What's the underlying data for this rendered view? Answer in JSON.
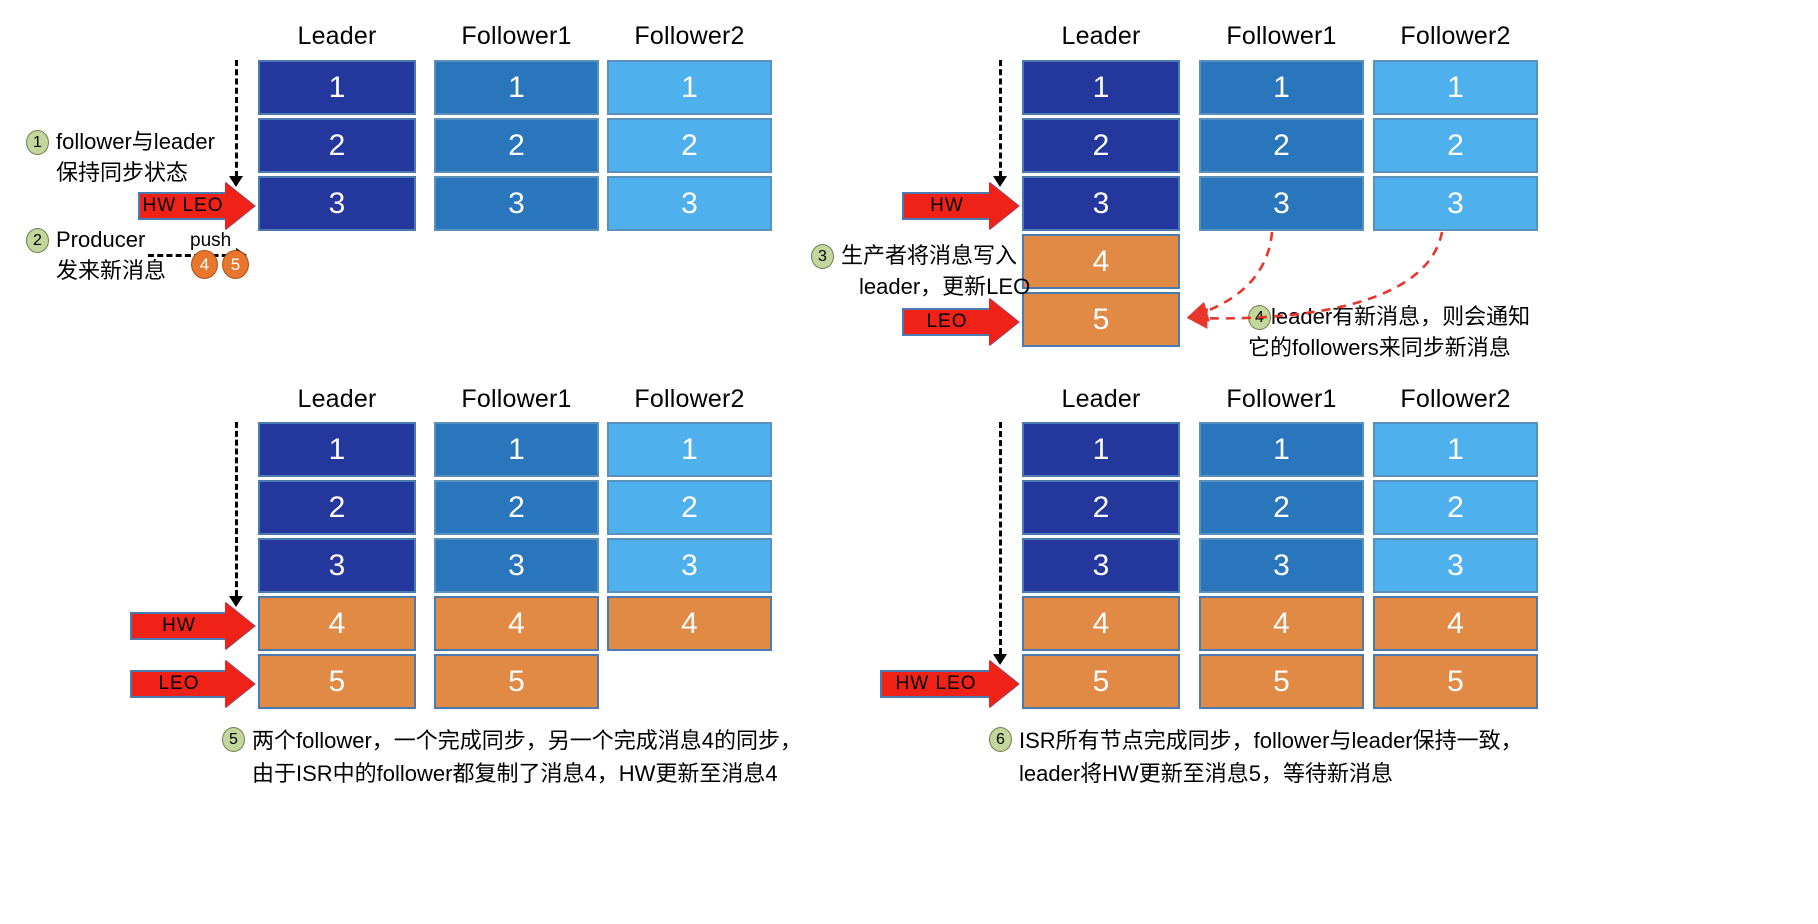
{
  "diagram": {
    "title": "Kafka HW / LEO replication sequence",
    "column_headers": [
      "Leader",
      "Follower1",
      "Follower2"
    ],
    "colors": {
      "leader": "#24379c",
      "follower1": "#2a76bd",
      "follower2": "#4eb0ec",
      "new_message": "#e08a46",
      "arrow_red": "#f02116",
      "step_circle": "#c3d69b",
      "message_circle": "#e8762c",
      "notify_arrow": "#e8362c"
    },
    "labels": {
      "hw": "HW",
      "leo": "LEO",
      "hw_leo": "HW  LEO",
      "push": "push"
    }
  },
  "panels": [
    {
      "id": "panel-1",
      "headers": [
        "Leader",
        "Follower1",
        "Follower2"
      ],
      "columns": [
        {
          "name": "Leader",
          "messages": [
            "1",
            "2",
            "3"
          ]
        },
        {
          "name": "Follower1",
          "messages": [
            "1",
            "2",
            "3"
          ]
        },
        {
          "name": "Follower2",
          "messages": [
            "1",
            "2",
            "3"
          ]
        }
      ],
      "markers": [
        {
          "label": "HW  LEO",
          "at_message": "3"
        }
      ],
      "annotations": [
        {
          "num": "1",
          "lines": [
            "follower与leader",
            "保持同步状态"
          ]
        },
        {
          "num": "2",
          "lines": [
            "Producer",
            "发来新消息"
          ]
        }
      ],
      "push_label": "push",
      "pending_messages": [
        "4",
        "5"
      ]
    },
    {
      "id": "panel-2",
      "headers": [
        "Leader",
        "Follower1",
        "Follower2"
      ],
      "columns": [
        {
          "name": "Leader",
          "messages": [
            "1",
            "2",
            "3",
            "4",
            "5"
          ]
        },
        {
          "name": "Follower1",
          "messages": [
            "1",
            "2",
            "3"
          ]
        },
        {
          "name": "Follower2",
          "messages": [
            "1",
            "2",
            "3"
          ]
        }
      ],
      "markers": [
        {
          "label": "HW",
          "at_message": "3"
        },
        {
          "label": "LEO",
          "at_message": "5"
        }
      ],
      "annotations": [
        {
          "num": "3",
          "lines": [
            "生产者将消息写入",
            "leader，更新LEO"
          ]
        },
        {
          "num": "4",
          "lines": [
            "leader有新消息，则会通知",
            "它的followers来同步新消息"
          ]
        }
      ]
    },
    {
      "id": "panel-3",
      "headers": [
        "Leader",
        "Follower1",
        "Follower2"
      ],
      "columns": [
        {
          "name": "Leader",
          "messages": [
            "1",
            "2",
            "3",
            "4",
            "5"
          ]
        },
        {
          "name": "Follower1",
          "messages": [
            "1",
            "2",
            "3",
            "4",
            "5"
          ]
        },
        {
          "name": "Follower2",
          "messages": [
            "1",
            "2",
            "3",
            "4"
          ]
        }
      ],
      "markers": [
        {
          "label": "HW",
          "at_message": "4"
        },
        {
          "label": "LEO",
          "at_message": "5"
        }
      ],
      "annotations": [
        {
          "num": "5",
          "lines": [
            "两个follower，一个完成同步，另一个完成消息4的同步，",
            "由于ISR中的follower都复制了消息4，HW更新至消息4"
          ]
        }
      ]
    },
    {
      "id": "panel-4",
      "headers": [
        "Leader",
        "Follower1",
        "Follower2"
      ],
      "columns": [
        {
          "name": "Leader",
          "messages": [
            "1",
            "2",
            "3",
            "4",
            "5"
          ]
        },
        {
          "name": "Follower1",
          "messages": [
            "1",
            "2",
            "3",
            "4",
            "5"
          ]
        },
        {
          "name": "Follower2",
          "messages": [
            "1",
            "2",
            "3",
            "4",
            "5"
          ]
        }
      ],
      "markers": [
        {
          "label": "HW  LEO",
          "at_message": "5"
        }
      ],
      "annotations": [
        {
          "num": "6",
          "lines": [
            "ISR所有节点完成同步，follower与leader保持一致，",
            "leader将HW更新至消息5，等待新消息"
          ]
        }
      ]
    }
  ]
}
